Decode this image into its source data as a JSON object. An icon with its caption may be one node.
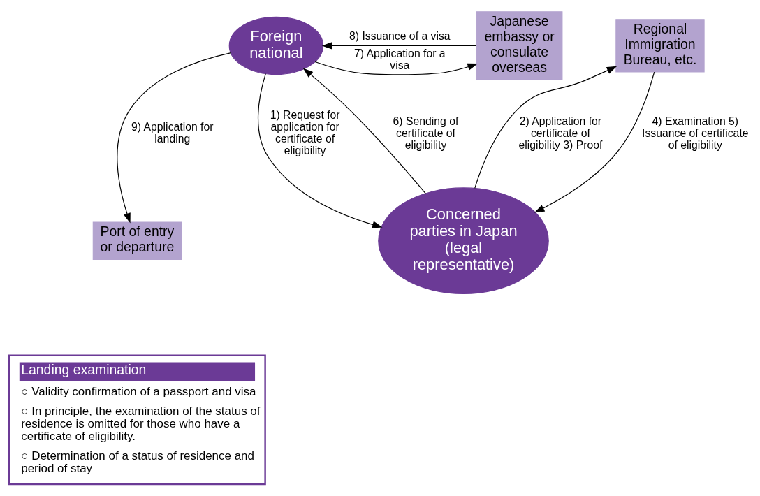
{
  "diagram": {
    "nodes": [
      {
        "text": [
          "Foreign national"
        ]
      },
      {
        "text": [
          "Japanese embassy or consulate overseas"
        ]
      },
      {
        "text": [
          "Regional Immigration Bureau, etc."
        ]
      },
      {
        "text": [
          "Concerned parties in Japan (legal representative)"
        ]
      },
      {
        "text": [
          "Port of entry or departure"
        ]
      },
      {
        "text": [
          "Landing examination",
          "○ Validity confirmation of a passport and visa",
          "○ In principle, the examination of the status of residence is omitted for those who have a certificate of eligibility.",
          "○ Determination of a status of residence and period of stay"
        ]
      }
    ],
    "edges": [
      {
        "from": 0,
        "to": 1,
        "arrow": "to",
        "label": "7) Application for a visa"
      },
      {
        "from": 1,
        "to": 0,
        "arrow": "to",
        "label": "8) Issuance of a visa"
      },
      {
        "from": 3,
        "to": 2,
        "arrow": "to",
        "label": "2) Application for certificate of eligibility 3) Proof"
      },
      {
        "from": 2,
        "to": 3,
        "arrow": "to",
        "label": "4) Examination 5) Issuance of certificate of eligibility"
      },
      {
        "from": 0,
        "to": 3,
        "arrow": "to",
        "label": "1) Request for application for certificate of eligibility"
      },
      {
        "from": 3,
        "to": 0,
        "arrow": "to",
        "label": "6) Sending of certificate of eligibility"
      },
      {
        "from": 0,
        "to": 4,
        "arrow": "to",
        "label": "9) Application for landing"
      }
    ]
  }
}
